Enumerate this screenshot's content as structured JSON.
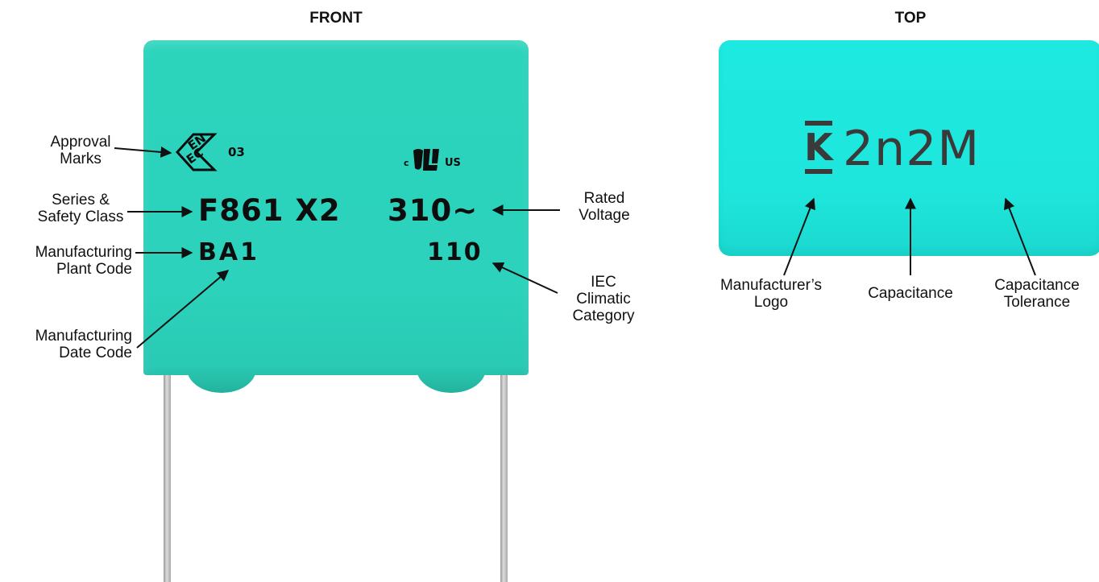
{
  "views": {
    "front": {
      "heading": "FRONT"
    },
    "top": {
      "heading": "TOP"
    }
  },
  "front_marks": {
    "series_class": "F861 X2",
    "voltage": "310~",
    "plant_code": "BA1",
    "climatic": "110",
    "enec_number": "03",
    "ul_c": "c",
    "ul_us": "US"
  },
  "top_marks": {
    "logo_letter": "K",
    "capacitance_code": "2n2M"
  },
  "labels": {
    "approval": [
      "Approval",
      "Marks"
    ],
    "series": [
      "Series &",
      "Safety Class"
    ],
    "plant": [
      "Manufacturing",
      "Plant Code"
    ],
    "date": [
      "Manufacturing",
      "Date Code"
    ],
    "rated": [
      "Rated",
      "Voltage"
    ],
    "iec": [
      "IEC",
      "Climatic",
      "Category"
    ],
    "logo": [
      "Manufacturer’s",
      "Logo"
    ],
    "capacitance": [
      "Capacitance"
    ],
    "tolerance": [
      "Capacitance",
      "Tolerance"
    ]
  },
  "colors": {
    "front_body": "#2dd4bc",
    "top_body": "#1ee9e0",
    "marking_text": "#0d0d0d",
    "top_text": "#3a3a3a"
  }
}
